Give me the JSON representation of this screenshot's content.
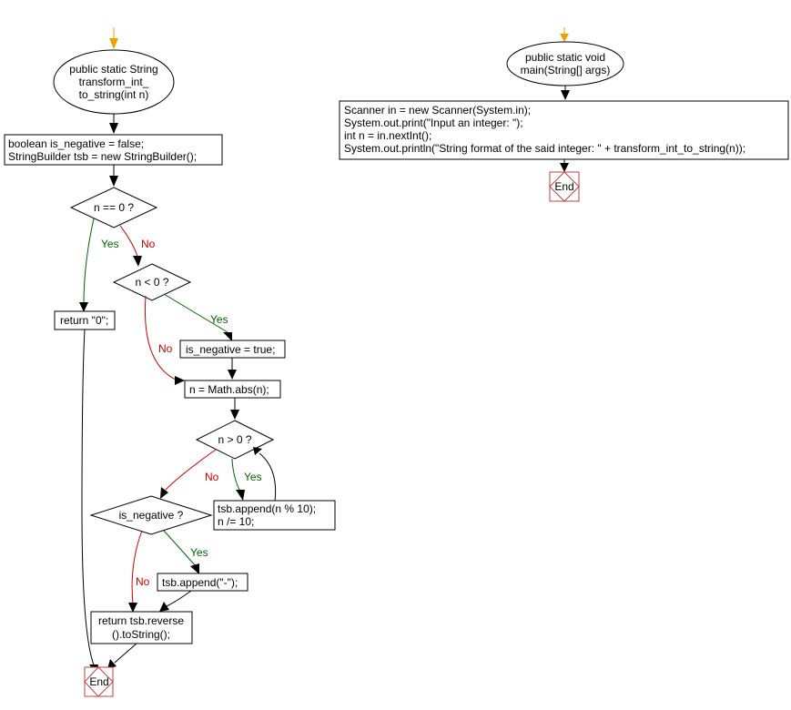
{
  "colors": {
    "yes": "#006400",
    "no": "#cc0000",
    "start_arrow": "#f0a000",
    "end_border": "#c04040"
  },
  "left": {
    "start": [
      "public static String",
      "transform_int_",
      "to_string(int n)"
    ],
    "init": [
      "boolean is_negative = false;",
      "StringBuilder tsb = new StringBuilder();"
    ],
    "cond_zero": "n == 0 ?",
    "return_zero": "return \"0\";",
    "cond_neg": "n < 0 ?",
    "set_neg": "is_negative = true;",
    "abs": "n = Math.abs(n);",
    "cond_loop": "n > 0 ?",
    "loop_body": [
      "tsb.append(n % 10);",
      "n /= 10;"
    ],
    "cond_isneg": "is_negative ?",
    "append_minus": "tsb.append(\"-\");",
    "return_result": [
      "return tsb.reverse",
      "().toString();"
    ],
    "end": "End"
  },
  "right": {
    "start": [
      "public static void",
      "main(String[] args)"
    ],
    "body": [
      "Scanner in = new Scanner(System.in);",
      "System.out.print(\"Input an integer: \");",
      "int n = in.nextInt();",
      "System.out.println(\"String format of the said integer: \" + transform_int_to_string(n));"
    ],
    "end": "End"
  },
  "labels": {
    "yes": "Yes",
    "no": "No"
  }
}
